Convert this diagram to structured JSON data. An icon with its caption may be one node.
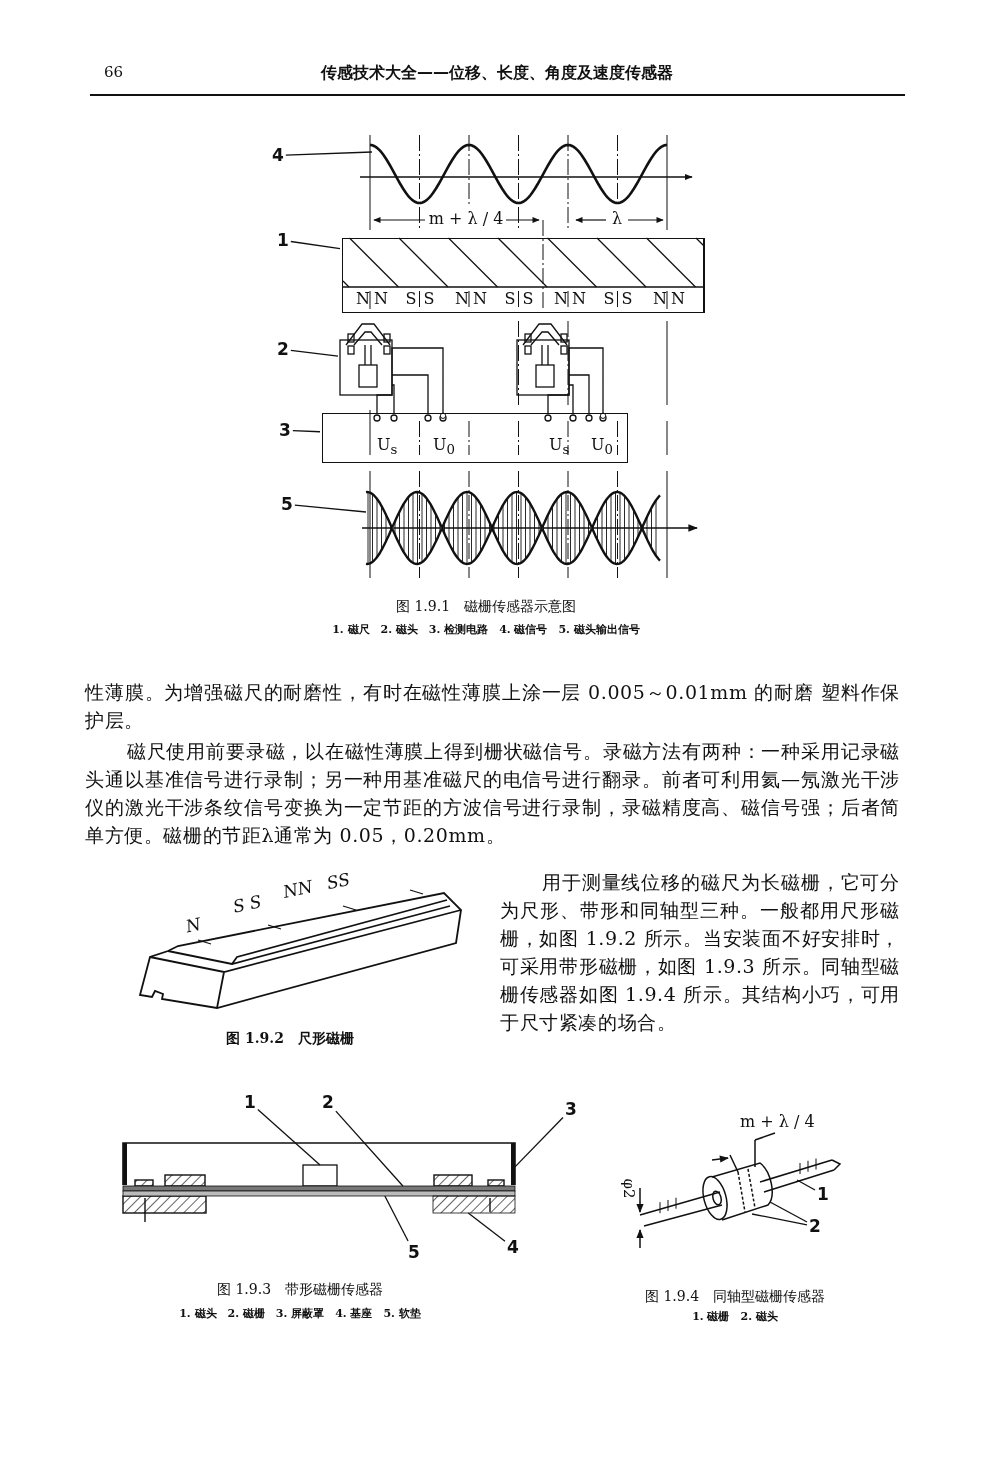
{
  "diagram": {
    "title": "传感技术大全——位移、长度、角度及速度传感器",
    "nodes": [
      {
        "text": [
          "4"
        ]
      },
      {
        "text": [
          "1"
        ]
      },
      {
        "text": [
          "N",
          "N",
          "S",
          "S",
          "N",
          "N",
          "S",
          "S",
          "N",
          "N",
          "S",
          "S",
          "N",
          "N"
        ]
      },
      {
        "text": [
          "2"
        ]
      },
      {
        "text": [
          "3"
        ]
      },
      {
        "text": [
          "U$_{s}$",
          "U$_{0}$",
          "U$_{s}$",
          "U$_{0}$"
        ]
      },
      {
        "text": [
          "5"
        ]
      },
      {
        "text": [
          "1"
        ]
      },
      {
        "text": [
          "2"
        ]
      },
      {
        "text": [
          "3"
        ]
      },
      {
        "text": [
          "5"
        ]
      },
      {
        "text": [
          "4"
        ]
      },
      {
        "text": [
          "1"
        ]
      },
      {
        "text": [
          "2"
        ]
      },
      {
        "text": [],
        "shape": "box"
      },
      {
        "text": [],
        "shape": "box",
        "in": 14
      },
      {
        "text": [],
        "shape": "bar",
        "in": 14
      },
      {
        "text": [],
        "shape": "bar",
        "in": 14
      },
      {
        "text": [],
        "shape": "bar"
      },
      {
        "text": [],
        "shape": "picture"
      },
      {
        "text": [],
        "shape": "picture"
      }
    ],
    "edges": [
      {
        "from": 0,
        "to": null,
        "arrow": "none"
      },
      {
        "from": 1,
        "to": 2,
        "arrow": "none"
      },
      {
        "from": 3,
        "to": 19,
        "arrow": "none"
      },
      {
        "from": 4,
        "to": 5,
        "arrow": "none"
      },
      {
        "from": 6,
        "to": null,
        "arrow": "none"
      },
      {
        "from": 7,
        "to": 15,
        "arrow": "none"
      },
      {
        "from": 8,
        "to": 16,
        "arrow": "none"
      },
      {
        "from": 9,
        "to": 14,
        "arrow": "none"
      },
      {
        "from": 10,
        "to": 17,
        "arrow": "none"
      },
      {
        "from": 11,
        "to": 18,
        "arrow": "none"
      },
      {
        "from": 12,
        "to": null,
        "arrow": "none"
      },
      {
        "from": 13,
        "to": null,
        "arrow": "none"
      },
      {
        "from": 13,
        "to": null,
        "arrow": "none"
      },
      {
        "from": 19,
        "to": 5,
        "arrow": "other"
      },
      {
        "from": 20,
        "to": 5,
        "arrow": "other"
      }
    ],
    "labels": [
      "66",
      "m + λ / 4",
      "λ",
      "图 1.9.1　磁栅传感器示意图",
      "1. 磁尺　2. 磁头　3. 检测电路　4. 磁信号　5. 磁头输出信号",
      "性薄膜。为增强磁尺的耐磨性，有时在磁性薄膜上涂一层 0.005～0.01mm 的耐磨 塑料作保护层。",
      "磁尺使用前要录磁，以在磁性薄膜上得到栅状磁信号。录磁方法有两种：一种采用记录磁头通以基准信号进行录制；另一种用基准磁尺的电信号进行翻录。前者可利用氦—氖激光干涉仪的激光干涉条纹信号变换为一定节距的方波信号进行录制，录磁精度高、磁信号强；后者简单方便。磁栅的节距λ通常为 0.05，0.20mm。",
      "N",
      "S S",
      "NN",
      "SS",
      "用于测量线位移的磁尺为长磁栅，它可分为尺形、带形和同轴型三种。一般都用尺形磁栅，如图 1.9.2 所示。当安装面不好安排时，可采用带形磁栅，如图 1.9.3 所示。同轴型磁栅传感器如图 1.9.4 所示。其结构小巧，可用于尺寸紧凑的场合。",
      "图 1.9.2　尺形磁栅",
      "图 1.9.3　带形磁栅传感器",
      "1. 磁头　2. 磁栅　3. 屏蔽罩　4. 基座　5. 软垫",
      "m + λ / 4",
      "φ2",
      "图 1.9.4　同轴型磁栅传感器",
      "1. 磁栅　2. 磁头"
    ]
  }
}
